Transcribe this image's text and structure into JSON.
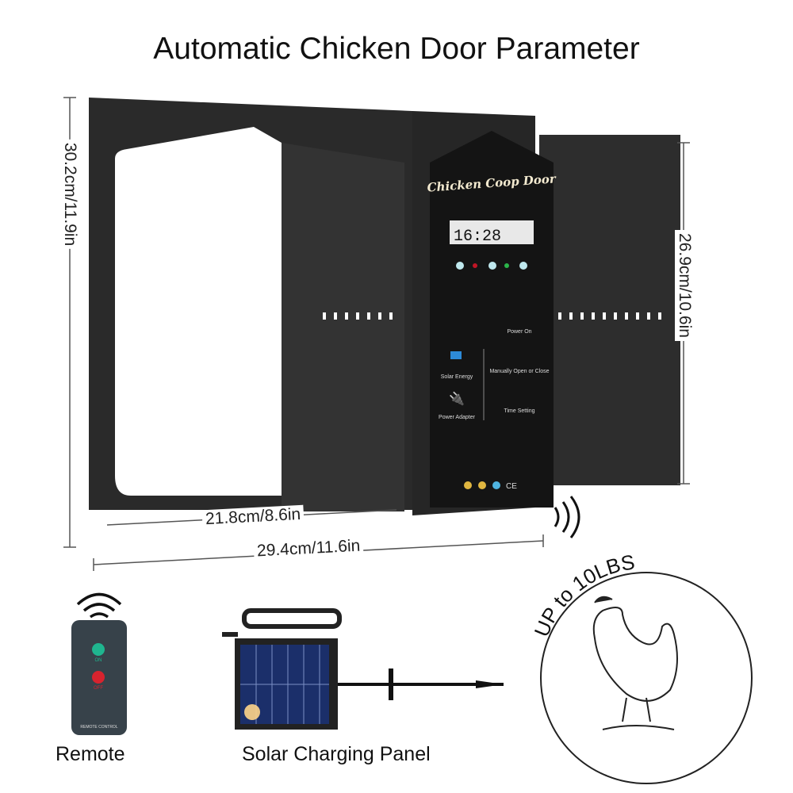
{
  "title": "Automatic Chicken Door Parameter",
  "dimensions": {
    "left_height": "30.2cm/11.9in",
    "right_height": "26.9cm/10.6in",
    "opening_width": "21.8cm/8.6in",
    "total_width": "29.4cm/11.6in"
  },
  "controller": {
    "brand_text": "Chicken Coop Door",
    "lcd_time": "16:28",
    "solar_label": "Solar Energy",
    "power_label": "Power Adapter",
    "instructions": [
      "Power On",
      "Manually Open or Close",
      "Time Setting"
    ],
    "cert_mark": "CE"
  },
  "remote": {
    "label": "Remote",
    "on_label": "ON",
    "off_label": "OFF",
    "footer": "REMOTE CONTROL"
  },
  "solar": {
    "label": "Solar Charging Panel"
  },
  "capacity": {
    "text": "UP to 10LBS"
  },
  "colors": {
    "panel": "#2a2a2a",
    "on_green": "#1fb58f",
    "off_red": "#d8232e"
  }
}
